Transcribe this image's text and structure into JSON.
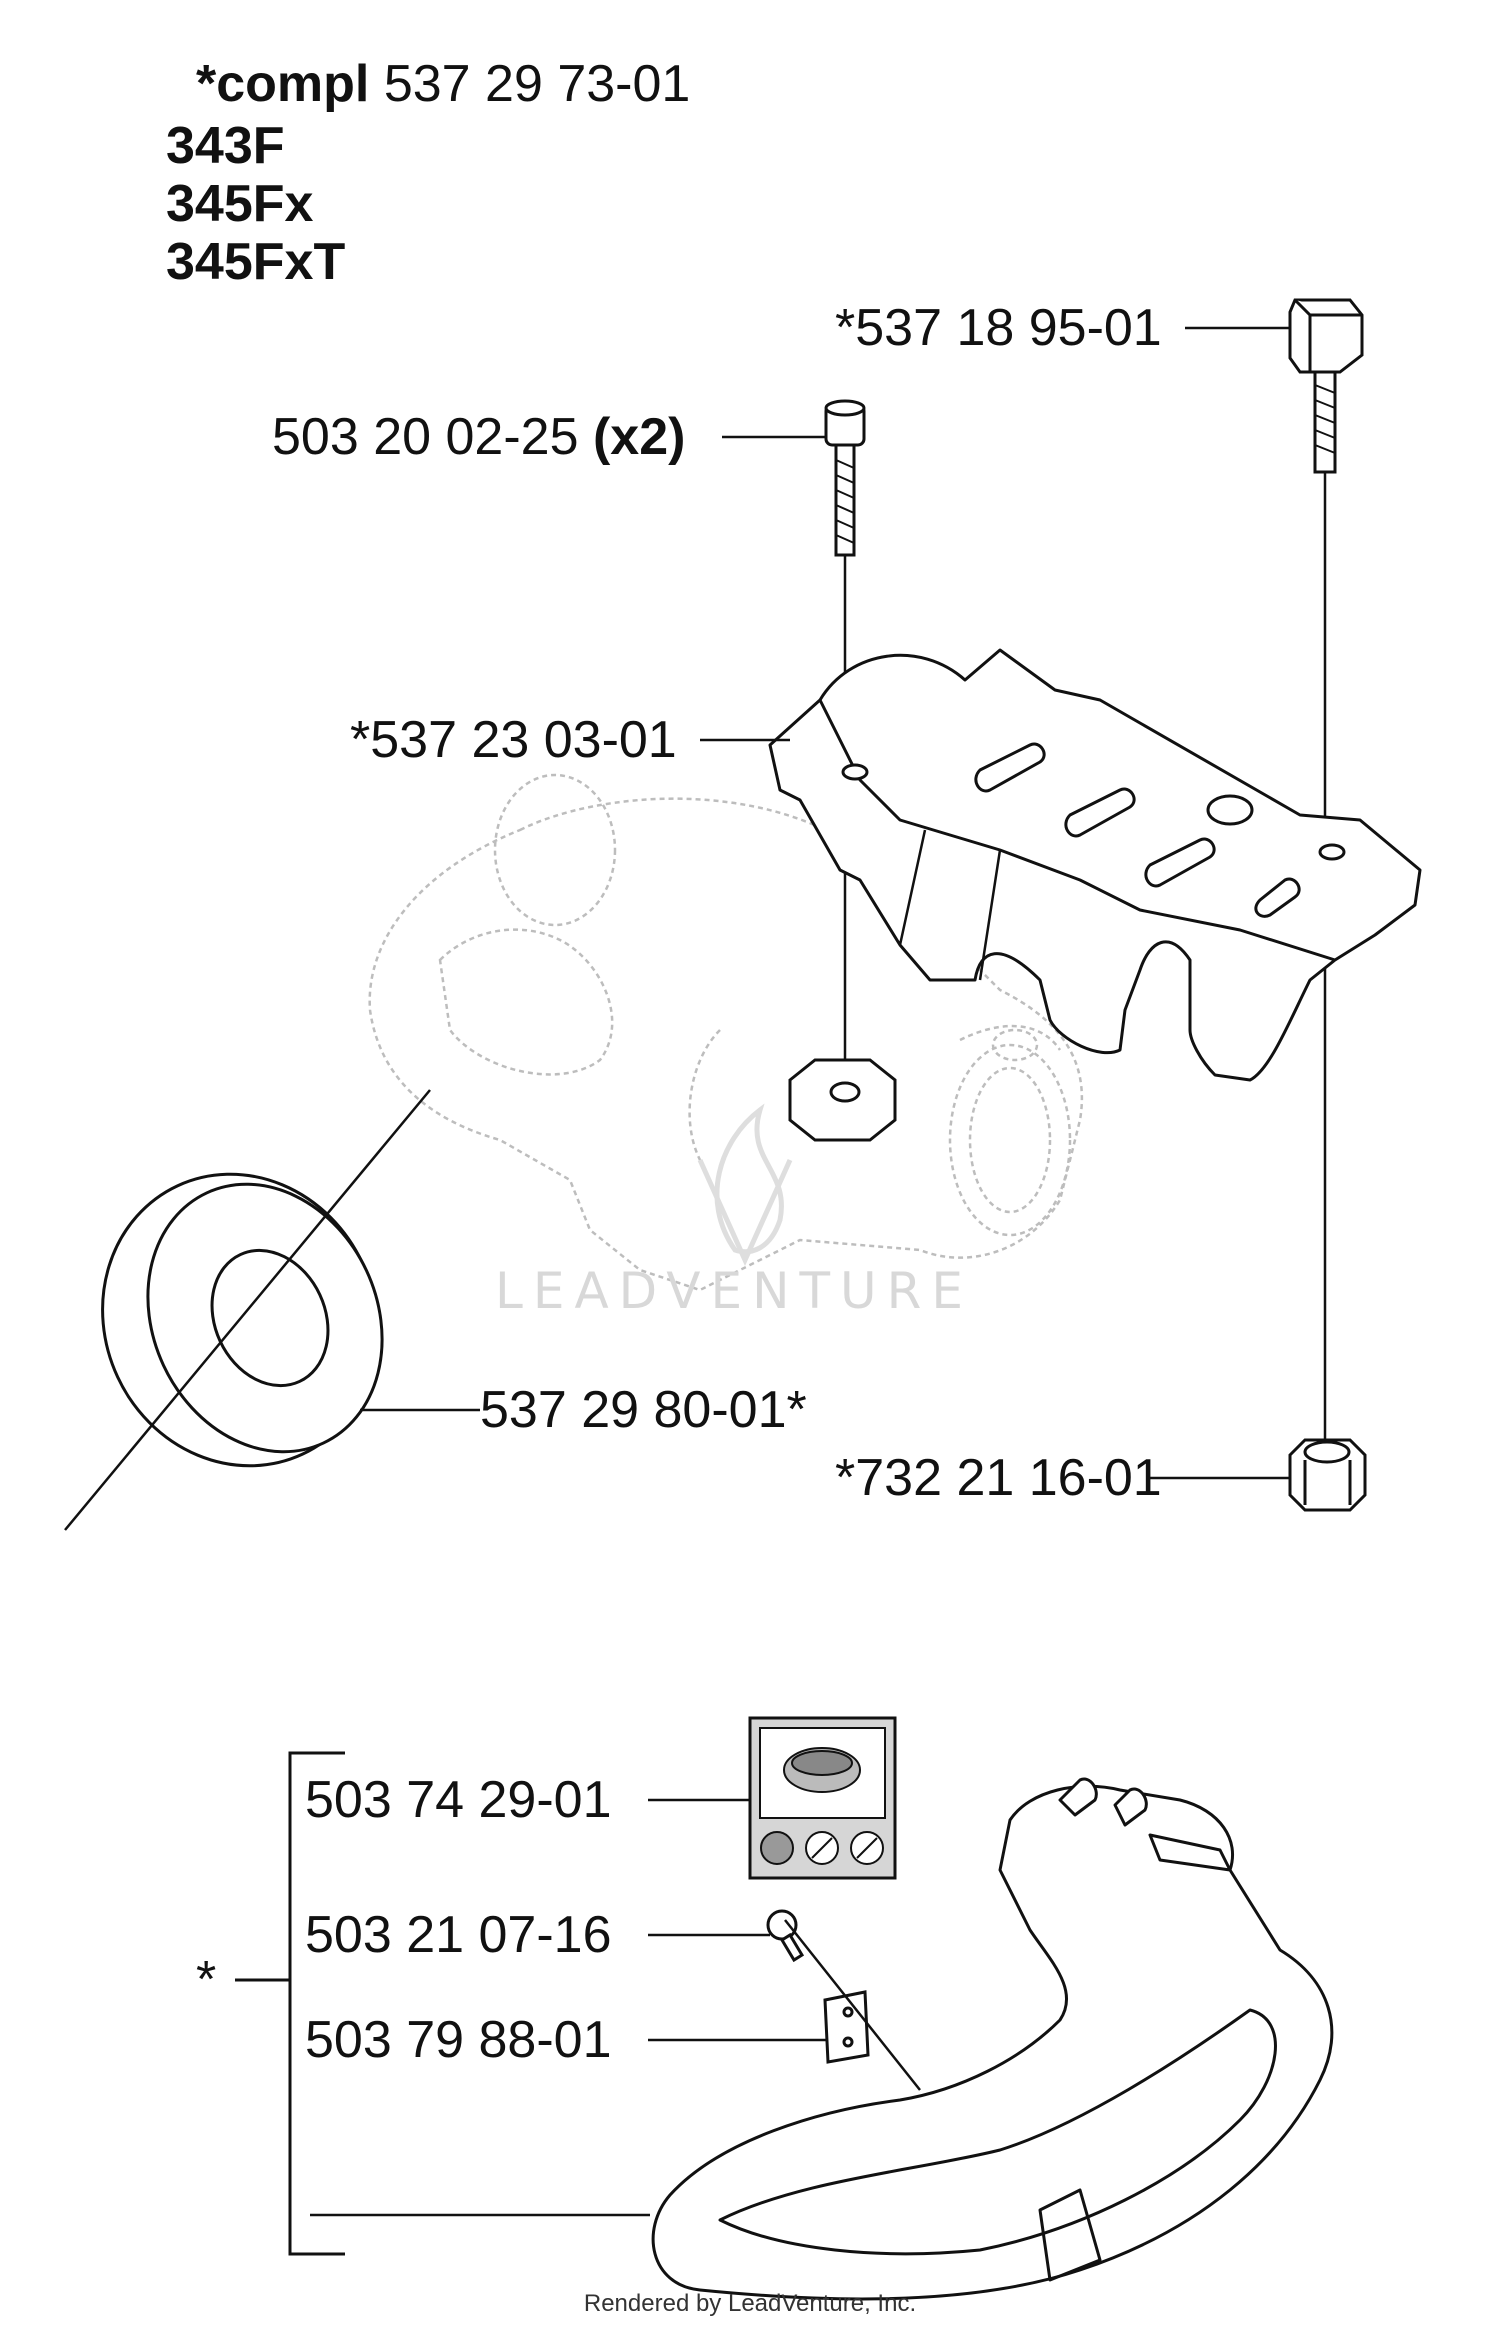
{
  "header": {
    "compl_prefix": "*compl",
    "compl_number": "537 29 73-01",
    "models": [
      "343F",
      "345Fx",
      "345FxT"
    ]
  },
  "callouts": {
    "p1": "*537 18 95-01",
    "p2_number": "503 20 02-25",
    "p2_qty": "(x2)",
    "p3": "*537 23 03-01",
    "p4": "537 29 80-01*",
    "p5": "*732 21 16-01",
    "p6": "503 74 29-01",
    "p7": "503 21 07-16",
    "p8": "503 79 88-01"
  },
  "kit_marker": "*",
  "watermark": "LEADVENTURE",
  "footer": "Rendered by LeadVenture, Inc.",
  "colors": {
    "line": "#111111",
    "ghost": "#bdbdbd",
    "decal_bg": "#d6d6d6",
    "watermark": "#d8d8d8"
  }
}
